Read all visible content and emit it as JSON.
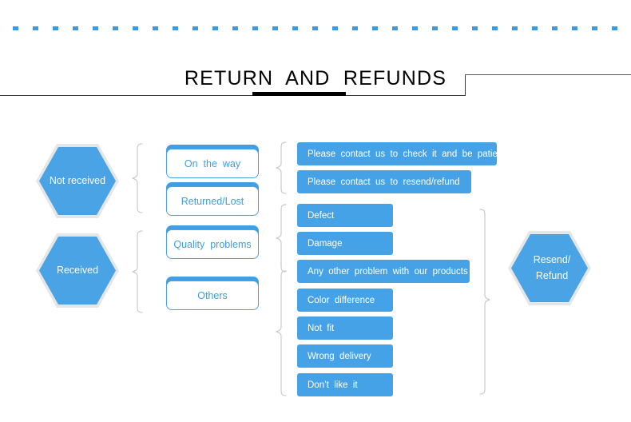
{
  "page": {
    "title": "RETURN  AND  REFUNDS",
    "background_color": "#ffffff",
    "accent_color": "#45a2e6",
    "rule_color": "#3a3a3a",
    "dash_color": "#3d9ae0"
  },
  "stage1": {
    "heading": "order-status",
    "nodes": [
      {
        "id": "not-received",
        "label": "Not  received"
      },
      {
        "id": "received",
        "label": "Received"
      }
    ]
  },
  "stage2": {
    "heading": "reason-category",
    "nodes": [
      {
        "id": "on-the-way",
        "label": "On  the  way"
      },
      {
        "id": "returned-lost",
        "label": "Returned/Lost"
      },
      {
        "id": "quality-problems",
        "label": "Quality  problems"
      },
      {
        "id": "others",
        "label": "Others"
      }
    ]
  },
  "stage3": {
    "heading": "action-or-detail",
    "nodes": [
      {
        "id": "contact-check",
        "label": "Please  contact  us  to  check  it  and  be  patient"
      },
      {
        "id": "contact-resend",
        "label": "Please  contact  us  to  resend/refund"
      },
      {
        "id": "defect",
        "label": "Defect"
      },
      {
        "id": "damage",
        "label": "Damage"
      },
      {
        "id": "any-other-problem",
        "label": "Any  other  problem  with  our  products"
      },
      {
        "id": "color-difference",
        "label": "Color  difference"
      },
      {
        "id": "not-fit",
        "label": "Not  fit"
      },
      {
        "id": "wrong-delivery",
        "label": "Wrong  delivery"
      },
      {
        "id": "dont-like-it",
        "label": "Don’t  like  it"
      }
    ]
  },
  "stage4": {
    "heading": "outcome",
    "nodes": [
      {
        "id": "resend-refund",
        "label": "Resend/\nRefund"
      }
    ]
  },
  "connectors": {
    "group1_label": "not-received-to-reasons",
    "group2_label": "received-to-reasons",
    "group3_label": "on-the-way-to-actions",
    "group4_label": "returned-lost-and-quality-to-actions",
    "group5_label": "others-to-actions",
    "group6_label": "details-to-outcome"
  }
}
